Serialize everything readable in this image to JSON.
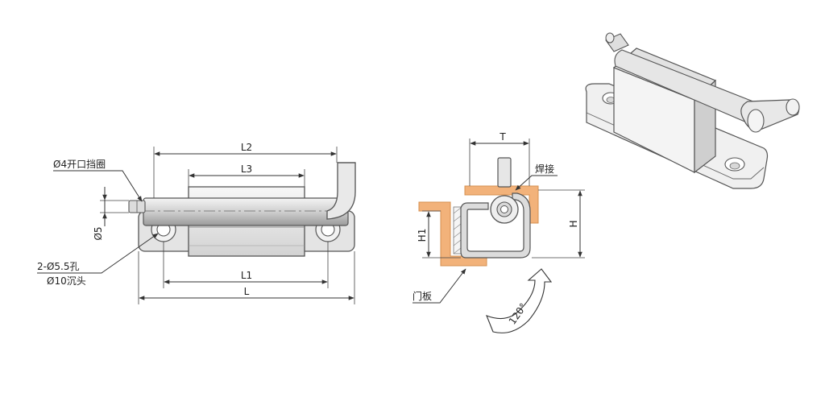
{
  "labels": {
    "circlip": "Ø4开口挡圈",
    "diam5": "Ø5",
    "holes": "2-Ø5.5孔",
    "counterbore": "Ø10沉头",
    "L": "L",
    "L1": "L1",
    "L2": "L2",
    "L3": "L3",
    "T": "T",
    "H": "H",
    "H1": "H1",
    "weld": "焊接",
    "door_panel": "门板",
    "angle": "120°"
  },
  "colors": {
    "panel_orange": "#f2b27a",
    "metal_light": "#ececec",
    "metal_mid": "#d4d4d4",
    "line": "#444444"
  }
}
